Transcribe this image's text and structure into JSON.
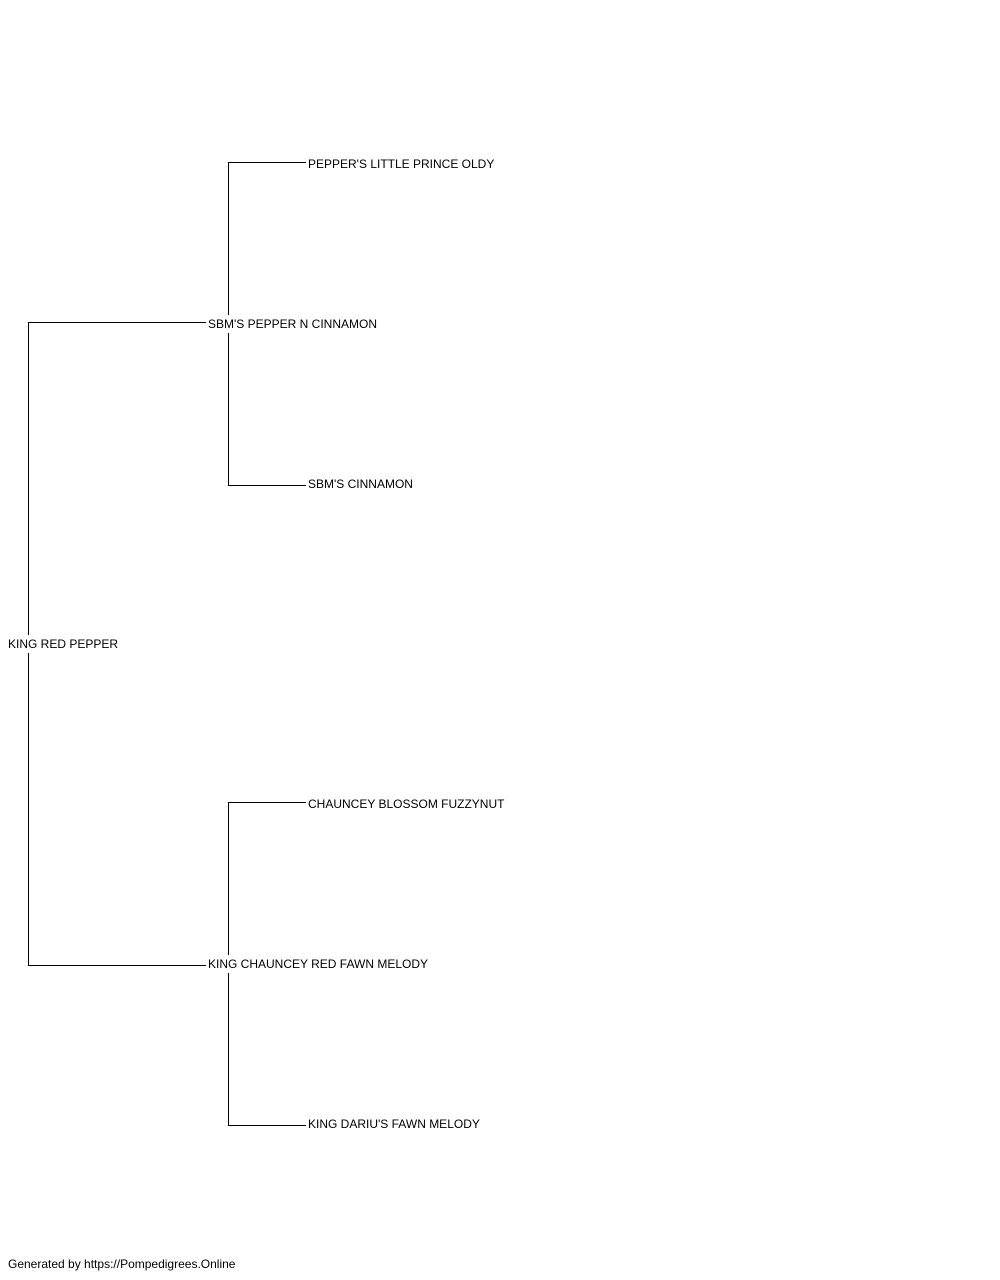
{
  "pedigree": {
    "subject": "KING RED PEPPER",
    "sire": "SBM'S PEPPER N CINNAMON",
    "dam": "KING CHAUNCEY RED FAWN MELODY",
    "sire_sire": "PEPPER'S LITTLE PRINCE OLDY",
    "sire_dam": "SBM'S CINNAMON",
    "dam_sire": "CHAUNCEY BLOSSOM FUZZYNUT",
    "dam_dam": "KING DARIU'S FAWN MELODY"
  },
  "footer": {
    "text": "Generated by https://Pompedigrees.Online"
  }
}
